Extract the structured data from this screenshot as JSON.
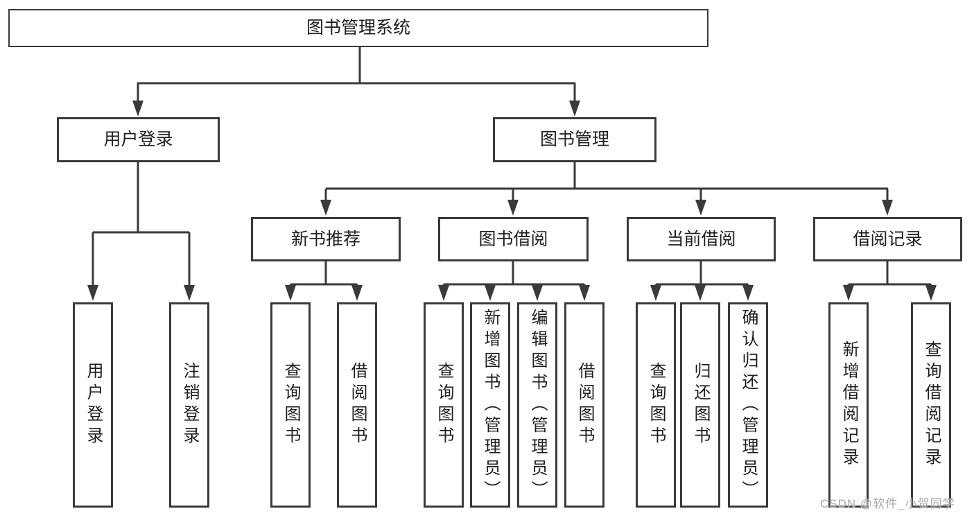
{
  "diagram": {
    "title": "图书管理系统",
    "tree": {
      "label": "图书管理系统",
      "children": [
        {
          "label": "用户登录",
          "children": [
            {
              "label": "用户登录"
            },
            {
              "label": "注销登录"
            }
          ]
        },
        {
          "label": "图书管理",
          "children": [
            {
              "label": "新书推荐",
              "children": [
                {
                  "label": "查询图书"
                },
                {
                  "label": "借阅图书"
                }
              ]
            },
            {
              "label": "图书借阅",
              "children": [
                {
                  "label": "查询图书"
                },
                {
                  "label": "新增图书（管理员）"
                },
                {
                  "label": "编辑图书（管理员）"
                },
                {
                  "label": "借阅图书"
                }
              ]
            },
            {
              "label": "当前借阅",
              "children": [
                {
                  "label": "查询图书"
                },
                {
                  "label": "归还图书"
                },
                {
                  "label": "确认归还（管理员）"
                }
              ]
            },
            {
              "label": "借阅记录",
              "children": [
                {
                  "label": "新增借阅记录"
                },
                {
                  "label": "查询借阅记录"
                }
              ]
            }
          ]
        }
      ]
    },
    "line_color": "#3a3a3a",
    "box_background": "#ffffff",
    "text_color": "#1e1e1e"
  },
  "watermark": {
    "text": "CSDN @软件_小贺同学",
    "color": "#a9a9a9"
  }
}
